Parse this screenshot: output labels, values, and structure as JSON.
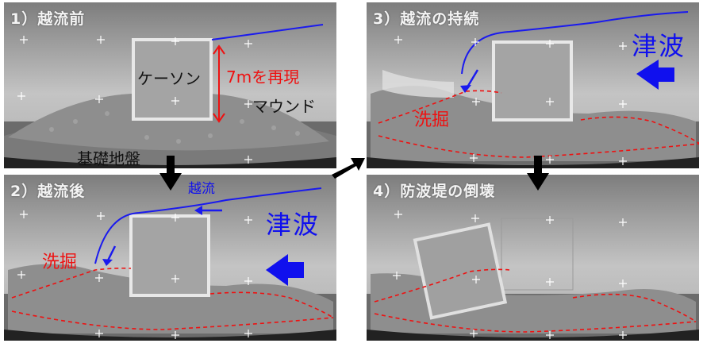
{
  "figure": {
    "panels": [
      {
        "id": "p1",
        "title": "1）越流前",
        "labels": {
          "caisson": "ケーソン",
          "height": "7mを再現",
          "mound": "マウンド",
          "foundation": "基礎地盤"
        }
      },
      {
        "id": "p2",
        "title": "2）越流後",
        "labels": {
          "overflow": "越流",
          "tsunami": "津波",
          "scour": "洗掘"
        }
      },
      {
        "id": "p3",
        "title": "3）越流の持続",
        "labels": {
          "tsunami": "津波",
          "scour": "洗掘"
        }
      },
      {
        "id": "p4",
        "title": "4）防波堤の倒壊",
        "labels": {}
      }
    ],
    "colors": {
      "water_line": "#1a1aee",
      "tsunami_text": "#1010ee",
      "scour_outline": "#ee1111",
      "annotation_red": "#ee1111",
      "flow_arrow": "#000000",
      "marker": "#ffffff"
    },
    "flow_sequence": [
      "1",
      "2",
      "3",
      "4"
    ]
  }
}
